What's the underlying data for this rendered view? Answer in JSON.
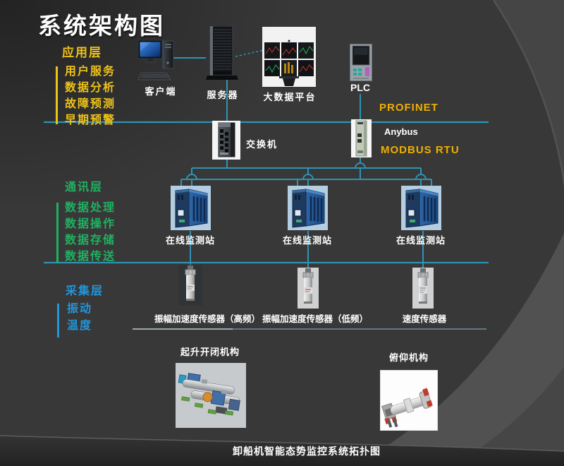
{
  "title": "系统架构图",
  "caption": "卸船机智能态势监控系统拓扑图",
  "colors": {
    "accent_line": "#2E93B5",
    "app_layer_text": "#EFC319",
    "protocol_text": "#EEAF00",
    "comm_layer_text": "#1FB261",
    "acq_layer_text": "#2196DB",
    "label_text": "#FFFFFF"
  },
  "app_layer": {
    "name": "应用层",
    "functions": [
      "用户服务",
      "数据分析",
      "故障预测",
      "早期预警"
    ]
  },
  "comm_layer": {
    "name": "通讯层",
    "functions": [
      "数据处理",
      "数据操作",
      "数据存储",
      "数据传送"
    ]
  },
  "acq_layer": {
    "name": "采集层",
    "functions": [
      "振动",
      "温度"
    ]
  },
  "devices": {
    "client": {
      "label": "客户端"
    },
    "server": {
      "label": "服务器"
    },
    "bigdata": {
      "label": "大数据平台"
    },
    "plc": {
      "label": "PLC"
    },
    "switch": {
      "label": "交换机"
    },
    "gateway": {
      "label": "Anybus"
    }
  },
  "protocols": {
    "profinet": "PROFINET",
    "modbus": "MODBUS RTU"
  },
  "stations": [
    {
      "label": "在线监测站"
    },
    {
      "label": "在线监测站"
    },
    {
      "label": "在线监测站"
    }
  ],
  "sensors": [
    {
      "label": "振幅加速度传感器（高频）"
    },
    {
      "label": "振幅加速度传感器（低频）"
    },
    {
      "label": "速度传感器"
    }
  ],
  "mechanisms": [
    {
      "label": "起升开闭机构"
    },
    {
      "label": "俯仰机构"
    }
  ]
}
